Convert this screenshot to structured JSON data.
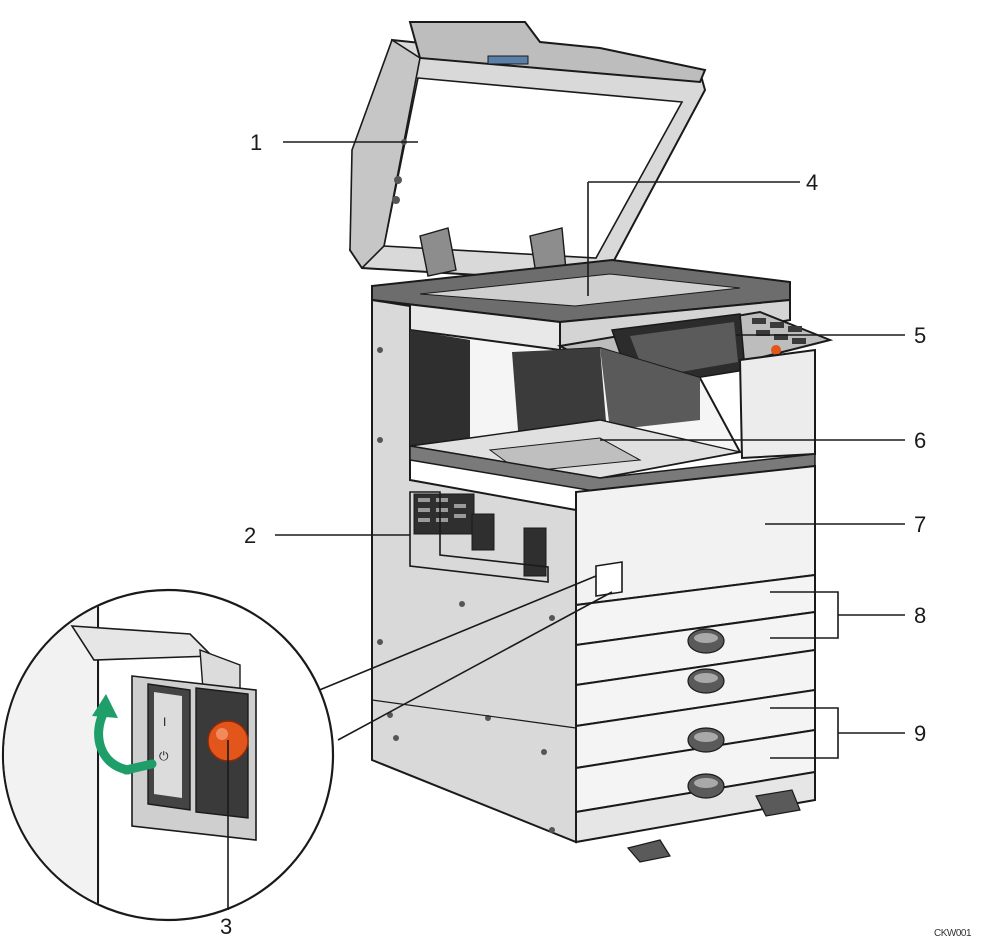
{
  "figure_code": "CKW001",
  "callouts": [
    {
      "num": "1",
      "part": "adf-cover"
    },
    {
      "num": "2",
      "part": "vents"
    },
    {
      "num": "3",
      "part": "main-power-switch"
    },
    {
      "num": "4",
      "part": "exposure-glass"
    },
    {
      "num": "5",
      "part": "control-panel"
    },
    {
      "num": "6",
      "part": "internal-tray"
    },
    {
      "num": "7",
      "part": "front-cover"
    },
    {
      "num": "8",
      "part": "paper-trays-1-2"
    },
    {
      "num": "9",
      "part": "paper-trays-3-4"
    }
  ],
  "colors": {
    "line": "#1a1a1a",
    "body_light": "#efefef",
    "body_mid": "#cfcfcf",
    "body_dark": "#8a8a8a",
    "shadow": "#3a3a3a",
    "screen": "#2c2c2c",
    "power_button": "#e2561c",
    "arrow_green": "#1f9e6a"
  }
}
